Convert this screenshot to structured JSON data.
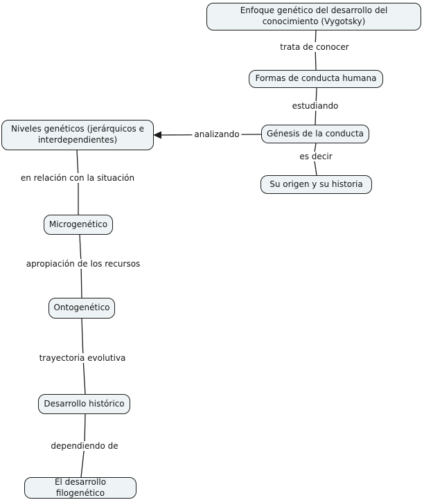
{
  "diagram": {
    "type": "concept-map",
    "colors": {
      "background": "#ffffff",
      "node_fill": "#eef4f6",
      "node_border": "#1c1c1c",
      "connector": "#1c1c1c",
      "text": "#141414"
    },
    "nodes": {
      "root": {
        "label": "Enfoque genético del desarrollo del conocimiento (Vygotsky)"
      },
      "formas": {
        "label": "Formas de conducta humana"
      },
      "genesis": {
        "label": "Génesis de la conducta"
      },
      "origen": {
        "label": "Su origen y su historia"
      },
      "niveles": {
        "label": "Niveles genéticos (jerárquicos e interdependientes)"
      },
      "micro": {
        "label": "Microgenético"
      },
      "onto": {
        "label": "Ontogenético"
      },
      "historico": {
        "label": "Desarrollo histórico"
      },
      "filo": {
        "label": "El desarrollo filogenético"
      }
    },
    "links": {
      "trata": {
        "label": "trata de conocer",
        "from": "root",
        "to": "formas"
      },
      "estudiando": {
        "label": "estudiando",
        "from": "formas",
        "to": "genesis"
      },
      "esdecir": {
        "label": "es decir",
        "from": "genesis",
        "to": "origen"
      },
      "analizando": {
        "label": "analizando",
        "from": "genesis",
        "to": "niveles",
        "arrowhead": "left"
      },
      "relacion": {
        "label": "en relación con la situación",
        "from": "niveles",
        "to": "micro"
      },
      "apropiacion": {
        "label": "apropiación de los recursos",
        "from": "micro",
        "to": "onto"
      },
      "trayectoria": {
        "label": "trayectoria evolutiva",
        "from": "onto",
        "to": "historico"
      },
      "dependiendo": {
        "label": "dependiendo de",
        "from": "historico",
        "to": "filo"
      }
    }
  }
}
